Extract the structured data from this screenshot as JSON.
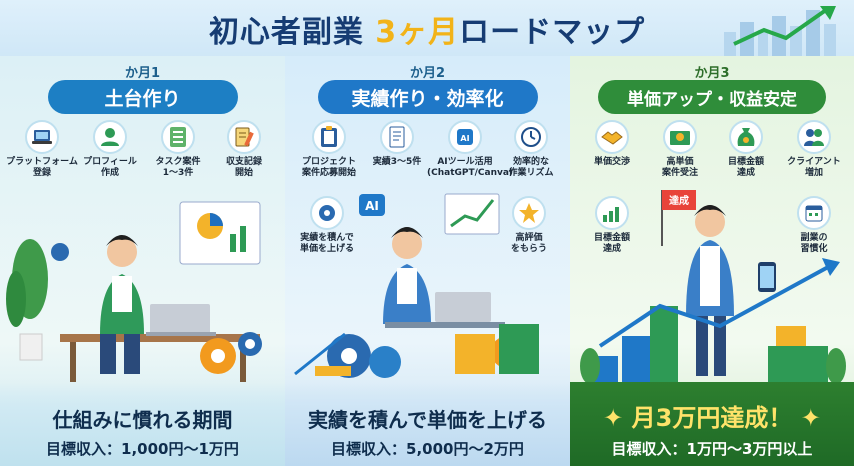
{
  "title": {
    "main": "初心者副業 ",
    "accent": "3ヶ月",
    "rest": "ロードマップ"
  },
  "colors": {
    "navy": "#163c73",
    "gold": "#f2b318",
    "blue": "#1d7fc4",
    "green": "#2f8d3a"
  },
  "phases": [
    {
      "month": "か月1",
      "stage": "土台作り",
      "tasks": [
        {
          "label": "プラットフォーム\n登録",
          "icon": "laptop-icon"
        },
        {
          "label": "プロフィール\n作成",
          "icon": "profile-icon"
        },
        {
          "label": "タスク案件\n1〜3件",
          "icon": "task-list-icon"
        },
        {
          "label": "収支記録\n開始",
          "icon": "notebook-pen-icon"
        }
      ],
      "phase_text": "仕組みに慣れる期間",
      "income": "目標収入：1,000円〜1万円"
    },
    {
      "month": "か月2",
      "stage": "実績作り・効率化",
      "tasks": [
        {
          "label": "プロジェクト\n案件応募開始",
          "icon": "clipboard-icon"
        },
        {
          "label": "実績3〜5件",
          "icon": "document-icon"
        },
        {
          "label": "AIツール活用\n(ChatGPT/Canva)",
          "icon": "ai-chip-icon"
        },
        {
          "label": "効率的な\n作業リズム",
          "icon": "clock-icon"
        },
        {
          "label": "実績を積んで\n単価を上げる",
          "icon": "gear-icon"
        },
        {
          "label": "高評価\nをもらう",
          "icon": "star-icon"
        }
      ],
      "badge": "AI",
      "phase_text": "実績を積んで単価を上げる",
      "income": "目標収入：5,000円〜2万円"
    },
    {
      "month": "か月3",
      "stage": "単価アップ・収益安定",
      "tasks": [
        {
          "label": "単価交渉",
          "icon": "handshake-icon"
        },
        {
          "label": "高単価\n案件受注",
          "icon": "money-envelope-icon"
        },
        {
          "label": "目標金額\n達成",
          "icon": "money-bag-icon"
        },
        {
          "label": "クライアント\n増加",
          "icon": "clients-icon"
        },
        {
          "label": "目標金額\n達成",
          "icon": "growth-chart-icon"
        },
        {
          "label": "副業の\n習慣化",
          "icon": "calendar-icon"
        }
      ],
      "flag": "達成",
      "phase_text": "✦ 月3万円達成！ ✦",
      "income": "目標収入：1万円〜3万円以上"
    }
  ]
}
